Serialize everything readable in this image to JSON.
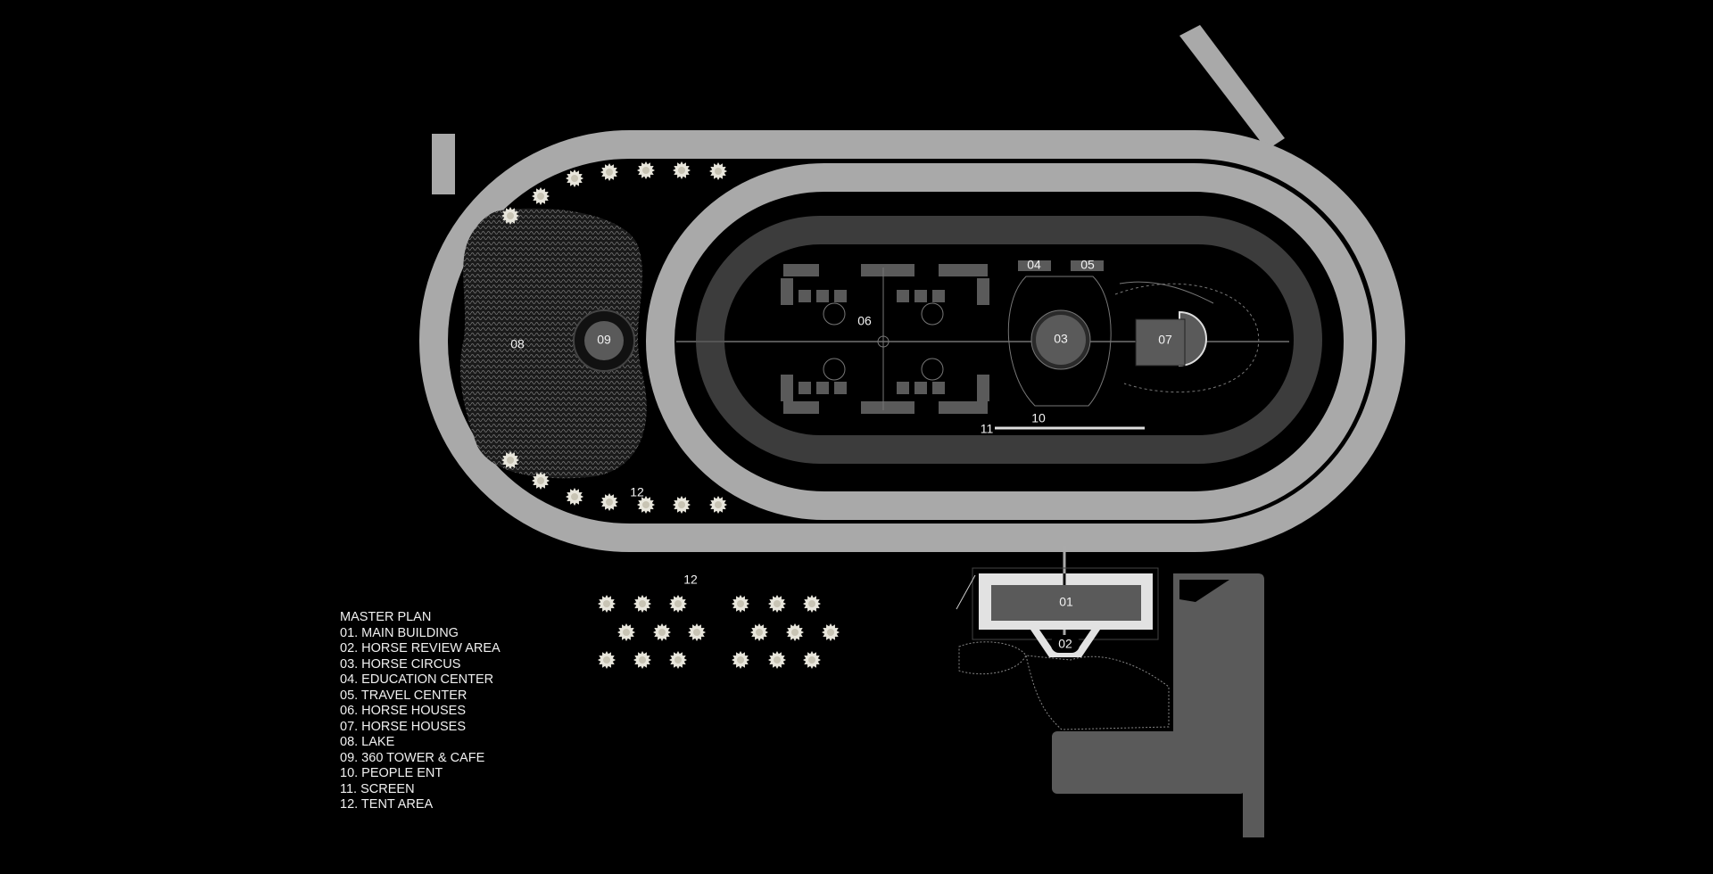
{
  "legend": {
    "title": "MASTER PLAN",
    "items": [
      "01. MAIN BUILDING",
      "02. HORSE REVIEW AREA",
      "03. HORSE CIRCUS",
      "04. EDUCATION CENTER",
      "05. TRAVEL CENTER",
      "06. HORSE HOUSES",
      "07. HORSE HOUSES",
      "08. LAKE",
      "09. 360 TOWER & CAFE",
      "10. PEOPLE ENT",
      "11. SCREEN",
      "12. TENT AREA"
    ]
  },
  "labels": {
    "main_building": "01",
    "horse_review": "02",
    "horse_circus": "03",
    "education": "04",
    "travel": "05",
    "horse_houses_a": "06",
    "horse_houses_b": "07",
    "lake": "08",
    "tower": "09",
    "people_ent": "10",
    "screen": "11",
    "tent_area_track": "12",
    "tent_area_field": "12"
  },
  "colors": {
    "background": "#000000",
    "track": "#a9a9a9",
    "inner_track": "#3c3c3c",
    "building": "#5a5a5a",
    "building_frame": "#e2e2e2"
  }
}
